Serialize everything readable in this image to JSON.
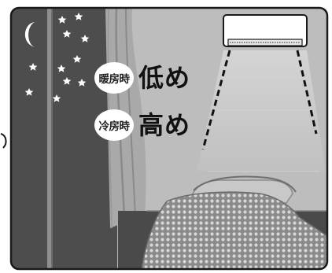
{
  "labels": {
    "heating": {
      "badge": "暖房時",
      "level": "低め"
    },
    "cooling": {
      "badge": "冷房時",
      "level": "高め"
    }
  },
  "icons": {
    "moon": "crescent-moon",
    "stars": "star",
    "air_conditioner": "wall-air-conditioner",
    "bed": "bed-with-polka-dot-blanket"
  },
  "colors": {
    "night_sky": "#4d4d4d",
    "room_wall": "#b4b4b4",
    "floor": "#4a4a4a",
    "frame": "#1a1a1a",
    "blanket": "#8c8c8c"
  }
}
